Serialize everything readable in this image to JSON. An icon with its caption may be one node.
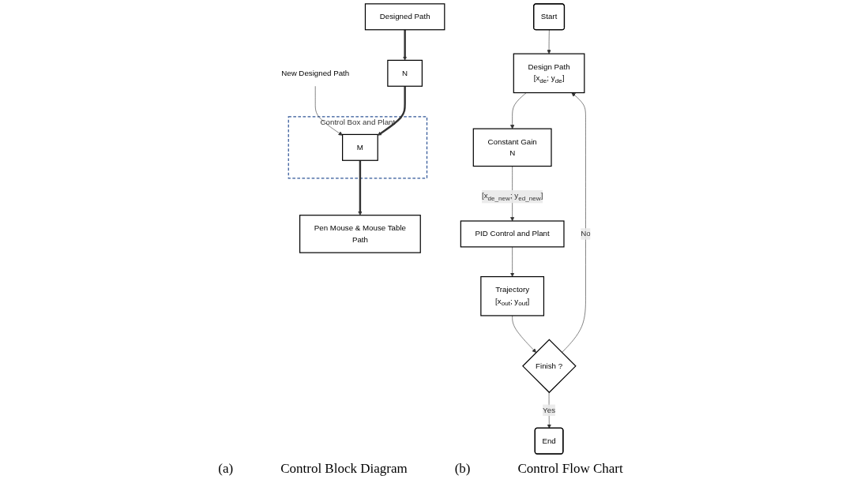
{
  "diagram": {
    "nodes": [
      {
        "text": [
          "Designed Path"
        ]
      },
      {
        "text": [
          "N"
        ]
      },
      {
        "text": [
          "New Designed Path"
        ]
      },
      {
        "text": [
          "Control Box and Plant"
        ]
      },
      {
        "text": [
          "M"
        ],
        "in": 3
      },
      {
        "text": [
          "Pen Mouse & Mouse Table",
          "Path"
        ]
      },
      {
        "text": [
          "Start"
        ]
      },
      {
        "text": [
          "Design Path",
          "[x$_{de}$; y$_{de}$]"
        ]
      },
      {
        "text": [
          "Constant Gain",
          "N"
        ]
      },
      {
        "text": [
          "PID Control and Plant"
        ]
      },
      {
        "text": [
          "Trajectory",
          "[x$_{out}$; y$_{out}$]"
        ]
      },
      {
        "text": [
          "Finish ?"
        ]
      },
      {
        "text": [
          "End"
        ]
      }
    ],
    "edges": [
      {
        "from": 0,
        "to": 1,
        "arrow": "to",
        "style": "thick"
      },
      {
        "from": 2,
        "to": 4,
        "arrow": "to"
      },
      {
        "from": 1,
        "to": 4,
        "arrow": "to",
        "style": "thick"
      },
      {
        "from": 4,
        "to": 5,
        "arrow": "to",
        "style": "thick"
      },
      {
        "from": 6,
        "to": 7,
        "arrow": "to"
      },
      {
        "from": 7,
        "to": 8,
        "arrow": "to"
      },
      {
        "from": 8,
        "to": 9,
        "arrow": "to",
        "label": "[x$_{de_new}$; y$_{ed_new}$]"
      },
      {
        "from": 9,
        "to": 10,
        "arrow": "to"
      },
      {
        "from": 10,
        "to": 11,
        "arrow": "to"
      },
      {
        "from": 11,
        "to": 12,
        "arrow": "to",
        "label": "Yes"
      },
      {
        "from": 11,
        "to": 7,
        "arrow": "to",
        "label": "No"
      }
    ],
    "labels": [
      "(a)",
      "Control Block Diagram",
      "(b)",
      "Control Flow Chart"
    ]
  }
}
